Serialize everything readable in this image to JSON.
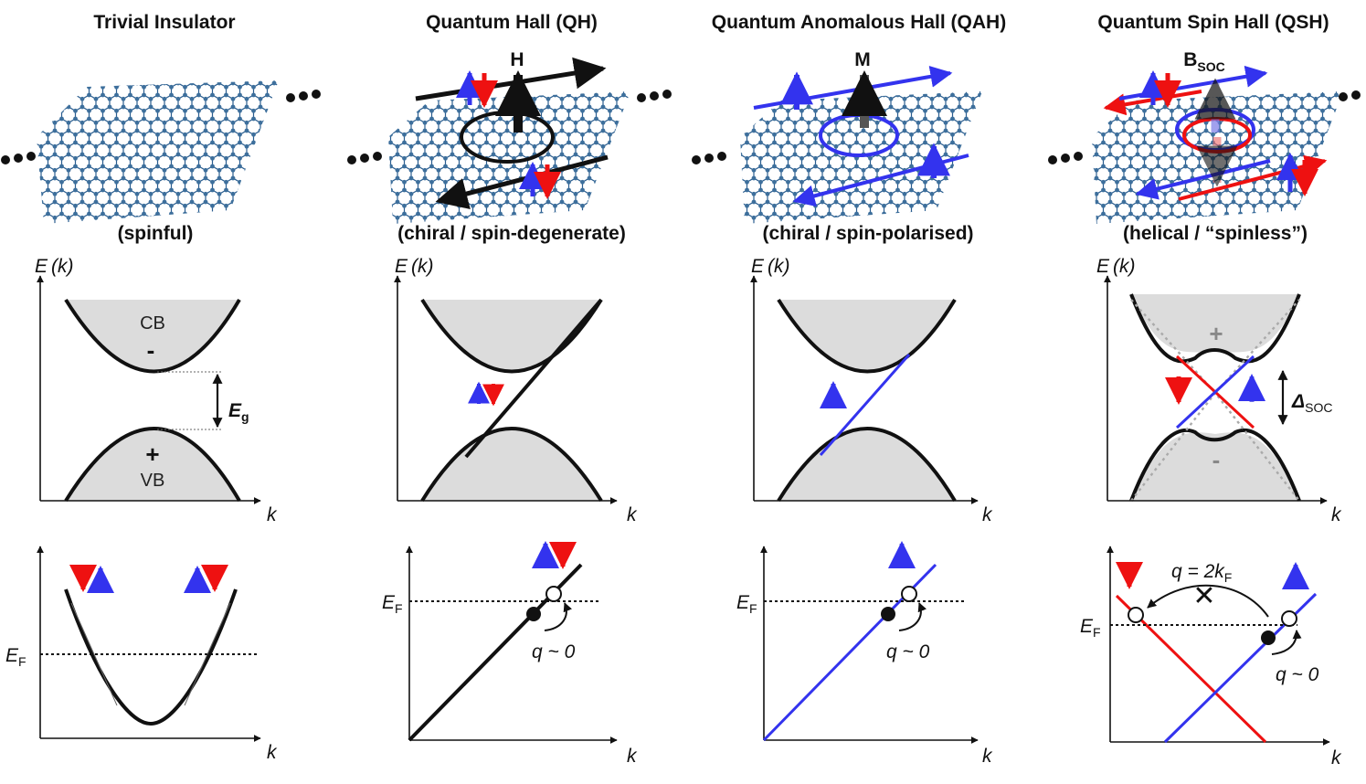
{
  "panels": [
    {
      "title": "Trivial Insulator",
      "subtitle": "(spinful)"
    },
    {
      "title": "Quantum Hall (QH)",
      "subtitle": "(chiral / spin-degenerate)"
    },
    {
      "title": "Quantum Anomalous Hall (QAH)",
      "subtitle": "(chiral / spin-polarised)"
    },
    {
      "title": "Quantum Spin Hall (QSH)",
      "subtitle": "(helical / “spinless”)"
    }
  ],
  "field_labels": {
    "qh": "H",
    "qah": "M",
    "qsh_main": "B",
    "qsh_sub": "SOC"
  },
  "axes": {
    "energy_main": "E",
    "energy_arg": "(k)",
    "momentum": "k",
    "fermi_main": "E",
    "fermi_sub": "F"
  },
  "bands": {
    "conduction": "CB",
    "valence": "VB",
    "minus": "-",
    "plus": "+"
  },
  "gap": {
    "main": "E",
    "sub": "g"
  },
  "soc_gap": {
    "main": "Δ",
    "sub": "SOC"
  },
  "scattering": {
    "small_q": "q ~ 0",
    "backscatter_q": "q = 2k",
    "backscatter_sub": "F",
    "forbidden": "✕"
  },
  "colors": {
    "spin_up": "#3333ee",
    "spin_down": "#ee1111",
    "band_fill": "#dcdcdc",
    "lattice": "#2a5d8f",
    "atom": "#3d6f9c",
    "neutral_arrow": "#555555"
  },
  "icons": [
    "ellipsis-icon",
    "spin-up-arrow-icon",
    "spin-down-arrow-icon",
    "circulation-arrow-icon",
    "cross-icon"
  ]
}
